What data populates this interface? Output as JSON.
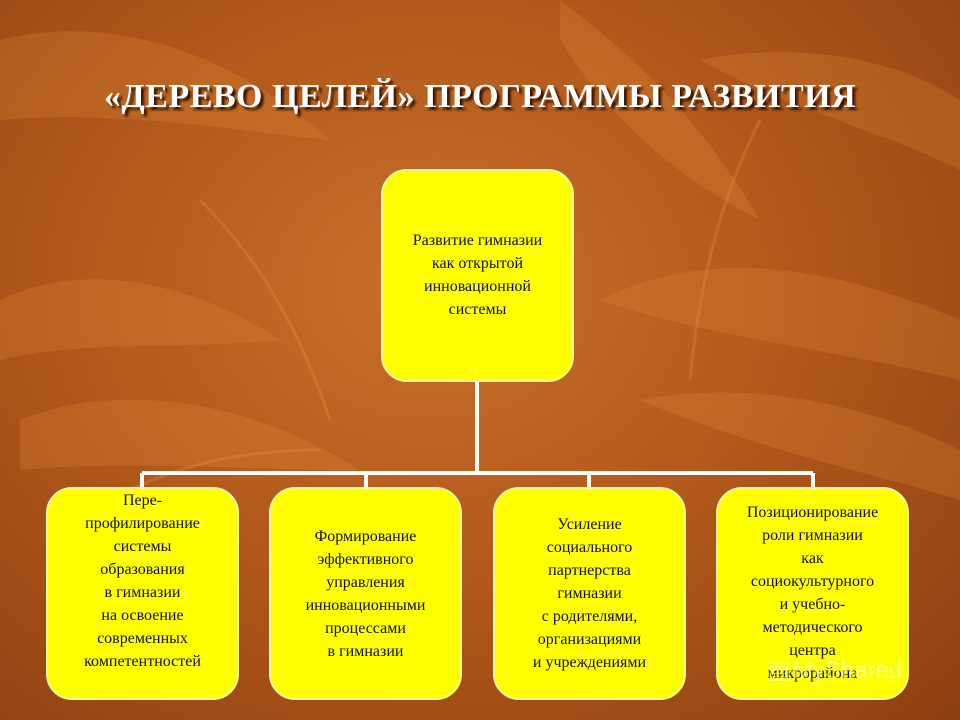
{
  "title": "«ДЕРЕВО ЦЕЛЕЙ» ПРОГРАММЫ РАЗВИТИЯ",
  "root": {
    "text": "Развитие гимназии\nкак открытой\nинновационной\nсистемы"
  },
  "children": [
    {
      "text": "Пере-\nпрофилирование\nсистемы\nобразования\nв гимназии\nна освоение\nсовременных\nкомпетентностей"
    },
    {
      "text": "Формирование\nэффективного\nуправления\nинновационными\nпроцессами\nв гимназии"
    },
    {
      "text": "Усиление\nсоциального\nпартнерства\nгимназии\nс родителями,\nорганизациями\nи учреждениями"
    },
    {
      "text": "Позиционирование\nроли гимназии\nкак\nсоциокультурного\nи учебно-\nметодического\nцентра\nмикрорайона"
    }
  ],
  "watermark": {
    "text": "MyShared"
  },
  "colors": {
    "node_fill": "#ffff00",
    "connector": "#ffffff",
    "title": "#ffffff"
  }
}
